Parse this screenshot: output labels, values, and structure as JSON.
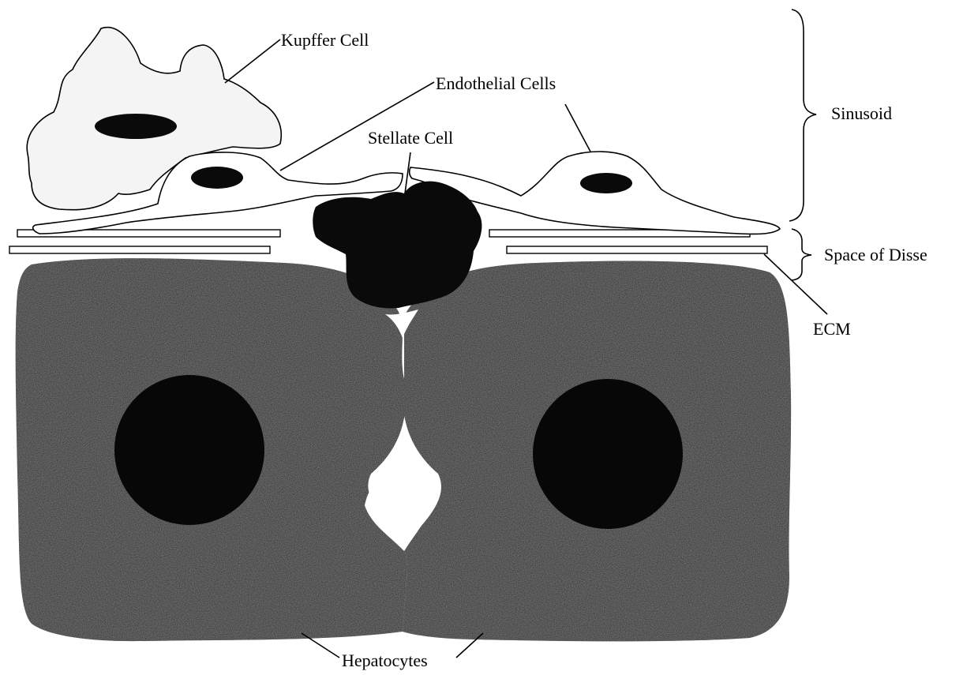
{
  "labels": {
    "kupffer": "Kupffer Cell",
    "endothelial": "Endothelial Cells",
    "stellate": "Stellate Cell",
    "sinusoid": "Sinusoid",
    "disse": "Space of Disse",
    "ecm": "ECM",
    "hepatocytes": "Hepatocytes"
  },
  "colors": {
    "ink": "#000000",
    "paper": "#ffffff",
    "kupffer_fill": "#f4f4f4",
    "hepatocyte_fill": "#141414"
  }
}
